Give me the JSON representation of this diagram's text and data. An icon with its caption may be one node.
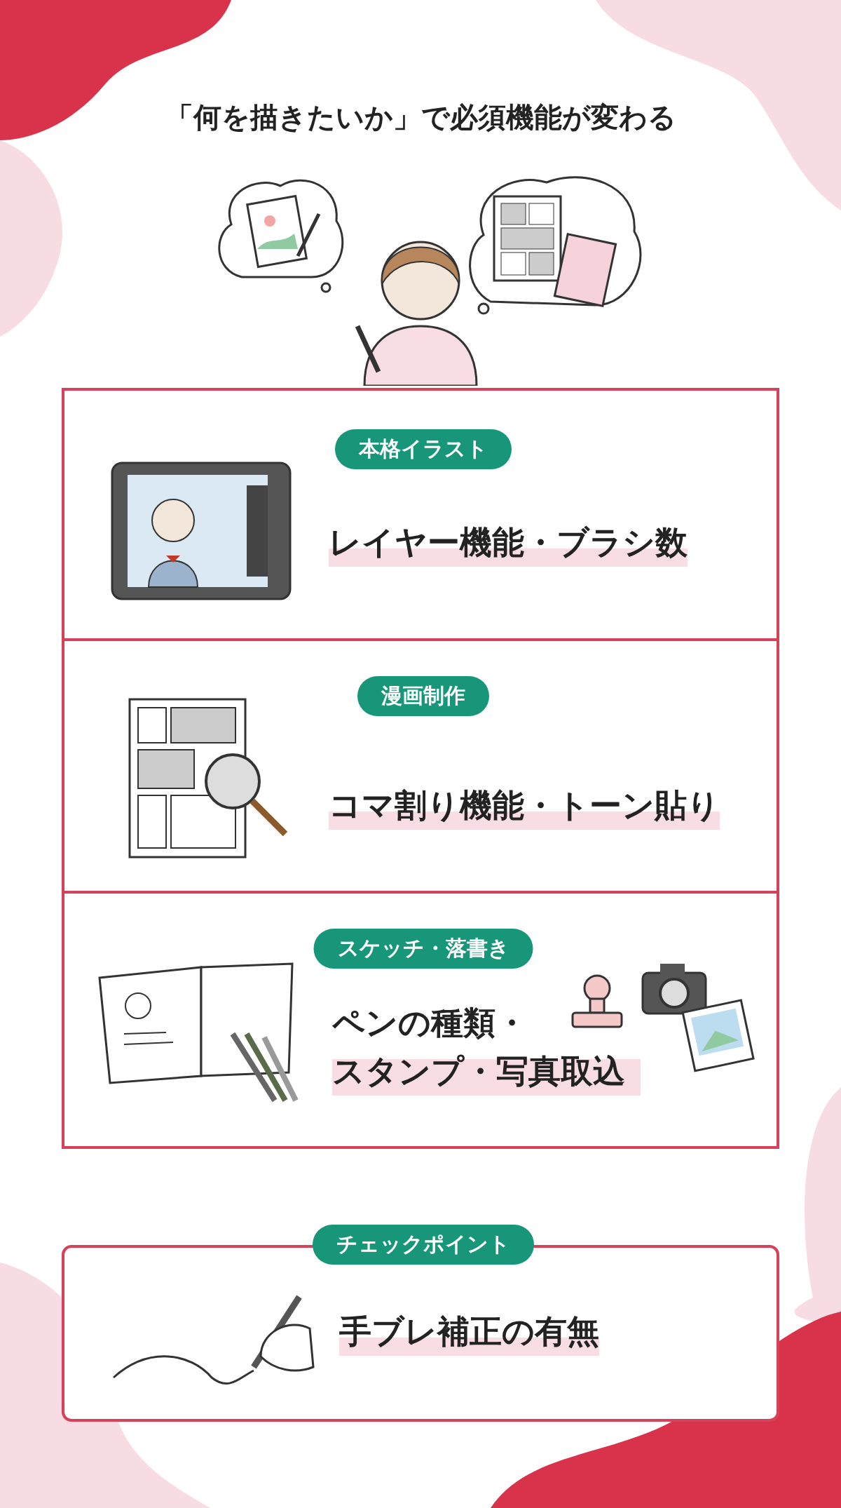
{
  "diagram": {
    "title": "「何を描きたいか」で必須機能が変わる",
    "nodes": [
      {
        "text": [
          "本格イラスト",
          "レイヤー機能・ブラシ数"
        ]
      },
      {
        "text": [
          "漫画制作",
          "コマ割り機能・トーン貼り"
        ]
      },
      {
        "text": [
          "スケッチ・落書き",
          "ペンの種類・スタンプ・写真取込"
        ]
      },
      {
        "text": [
          "チェックポイント",
          "手ブレ補正の有無"
        ]
      }
    ],
    "edges": []
  }
}
